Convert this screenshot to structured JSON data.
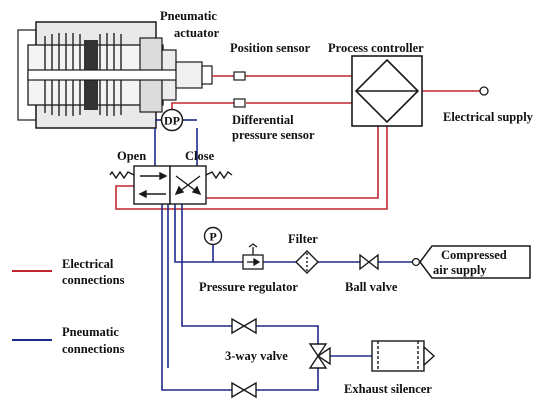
{
  "colors": {
    "electrical": "#c0282d",
    "pneumatic": "#1e2a8c",
    "outline": "#1a1a1a",
    "background": "#ffffff"
  },
  "labels": {
    "actuator_line1": "Pneumatic",
    "actuator_line2": "actuator",
    "position_sensor": "Position sensor",
    "process_controller": "Process controller",
    "electrical_supply": "Electrical supply",
    "diff_sensor_line1": "Differential",
    "diff_sensor_line2": "pressure sensor",
    "dp_symbol": "DP",
    "open": "Open",
    "close": "Close",
    "filter": "Filter",
    "pressure_symbol": "P",
    "pressure_regulator": "Pressure regulator",
    "ball_valve": "Ball valve",
    "compressed_air_line1": "Compressed",
    "compressed_air_line2": "air supply",
    "three_way_valve": "3-way valve",
    "exhaust_silencer": "Exhaust silencer"
  },
  "legend": {
    "electrical_line1": "Electrical",
    "electrical_line2": "connections",
    "pneumatic_line1": "Pneumatic",
    "pneumatic_line2": "connections"
  }
}
